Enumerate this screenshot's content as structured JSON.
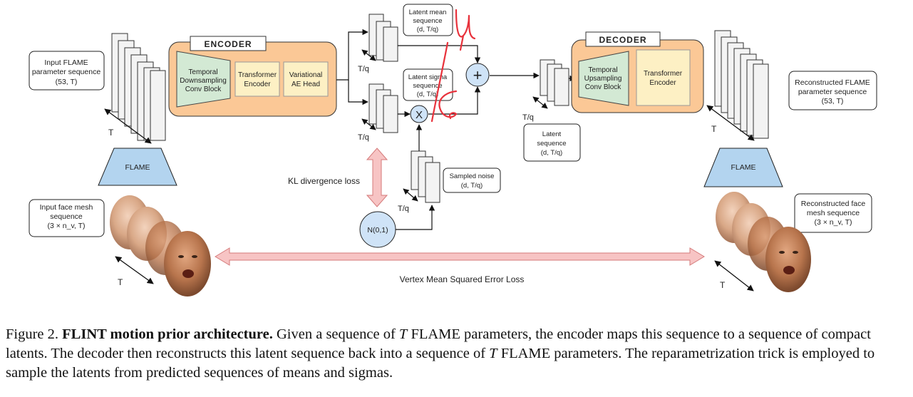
{
  "diagram": {
    "input_param_box": [
      "Input FLAME",
      "parameter sequence",
      "(53, T)"
    ],
    "input_mesh_box": [
      "Input face mesh",
      "sequence",
      "(3 × n_v, T)"
    ],
    "recon_param_box": [
      "Reconstructed FLAME",
      "parameter sequence",
      "(53, T)"
    ],
    "recon_mesh_box": [
      "Reconstructed face",
      "mesh sequence",
      "(3 × n_v, T)"
    ],
    "flame_label": "FLAME",
    "encoder": {
      "title": "ENCODER",
      "blocks": [
        [
          "Temporal",
          "Downsampling",
          "Conv Block"
        ],
        [
          "Transformer",
          "Encoder"
        ],
        [
          "Variational",
          "AE Head"
        ]
      ]
    },
    "decoder": {
      "title": "DECODER",
      "blocks": [
        [
          "Temporal",
          "Upsampling",
          "Conv Block"
        ],
        [
          "Transformer",
          "Encoder"
        ]
      ]
    },
    "latent_mean_box": [
      "Latent mean",
      "sequence",
      "(d, T/q)"
    ],
    "latent_sigma_box": [
      "Latent sigma",
      "sequence",
      "(d, T/q)"
    ],
    "latent_seq_box": [
      "Latent",
      "sequence",
      "(d, T/q)"
    ],
    "sampled_noise_box": [
      "Sampled noise",
      "(d, T/q)"
    ],
    "plus_symbol": "+",
    "times_symbol": "X",
    "normal_node": "N(0,1)",
    "kl_loss": "KL divergence loss",
    "vertex_loss": "Vertex Mean Squared Error Loss",
    "axis_T": "T",
    "axis_Tq": "T/q",
    "annotation_colors": {
      "handwriting": "#e8323c",
      "node_fill": "#cfe3f7",
      "block_orange": "#fbc896",
      "block_green": "#d3e9d4",
      "block_yellow": "#fdf0c4",
      "loss_arrow": "#f7c4c4"
    }
  },
  "caption": {
    "prefix": "Figure 2. ",
    "title": "FLINT motion prior architecture.",
    "t1": " Given a sequence of ",
    "T": "T",
    "t2": " FLAME parameters, the encoder maps this sequence to a sequence of compact latents. The decoder then reconstructs this latent sequence back into a sequence of ",
    "t3": " FLAME parameters. The reparametrization trick is employed to sample the latents from predicted sequences of means and sigmas."
  }
}
